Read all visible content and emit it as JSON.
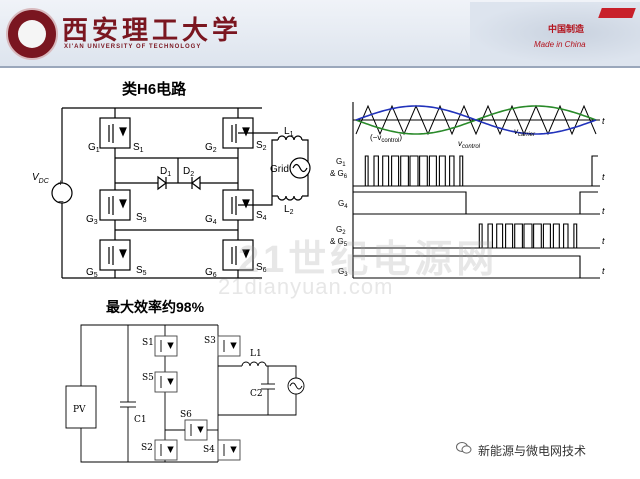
{
  "header": {
    "university_cn": "西安理工大学",
    "university_en": "XI'AN UNIVERSITY OF TECHNOLOGY",
    "made_cn": "中国制造",
    "made_en": "Made in China"
  },
  "title": "类H6电路",
  "efficiency": "最大效率约98%",
  "circuit": {
    "vdc_v": "V",
    "vdc_sub": "DC",
    "plus": "+",
    "minus": "−",
    "grid": "Grid",
    "L1": "L",
    "L1_sub": "1",
    "L2": "L",
    "L2_sub": "2",
    "D1": "D",
    "D1_sub": "1",
    "D2": "D",
    "D2_sub": "2",
    "S1": "S",
    "S1_sub": "1",
    "S2": "S",
    "S2_sub": "2",
    "S3": "S",
    "S3_sub": "3",
    "S4": "S",
    "S4_sub": "4",
    "S5": "S",
    "S5_sub": "5",
    "S6": "S",
    "S6_sub": "6",
    "G1": "G",
    "G1_sub": "1",
    "G2": "G",
    "G2_sub": "2",
    "G3": "G",
    "G3_sub": "3",
    "G4": "G",
    "G4_sub": "4",
    "G5": "G",
    "G5_sub": "5",
    "G6": "G",
    "G6_sub": "6"
  },
  "waveforms": {
    "t": "t",
    "vcontrol_neg": "(−v",
    "vcontrol_neg_sub": "control",
    "vcontrol_neg_end": ")",
    "vcontrol": "v",
    "vcontrol_sub": "control",
    "vcarrier": "v",
    "vcarrier_sub": "carrier",
    "row1a": "G",
    "row1a_sub": "1",
    "row1b": "& G",
    "row1b_sub": "6",
    "row2": "G",
    "row2_sub": "4",
    "row3a": "G",
    "row3a_sub": "2",
    "row3b": "& G",
    "row3b_sub": "5",
    "row4": "G",
    "row4_sub": "3"
  },
  "schematic": {
    "S1": "S1",
    "S2": "S2",
    "S3": "S3",
    "S4": "S4",
    "S5": "S5",
    "S6": "S6",
    "L1": "L1",
    "C1": "C1",
    "C2": "C2",
    "PV": "PV"
  },
  "watermark": "21世纪电源网",
  "watermark_sub": "21dianyuan.com",
  "footer": "新能源与微电网技术",
  "colors": {
    "brand": "#7a1620",
    "accent": "#c8202a",
    "sine_green": "#2a8a2a",
    "sine_blue": "#2233bb"
  }
}
